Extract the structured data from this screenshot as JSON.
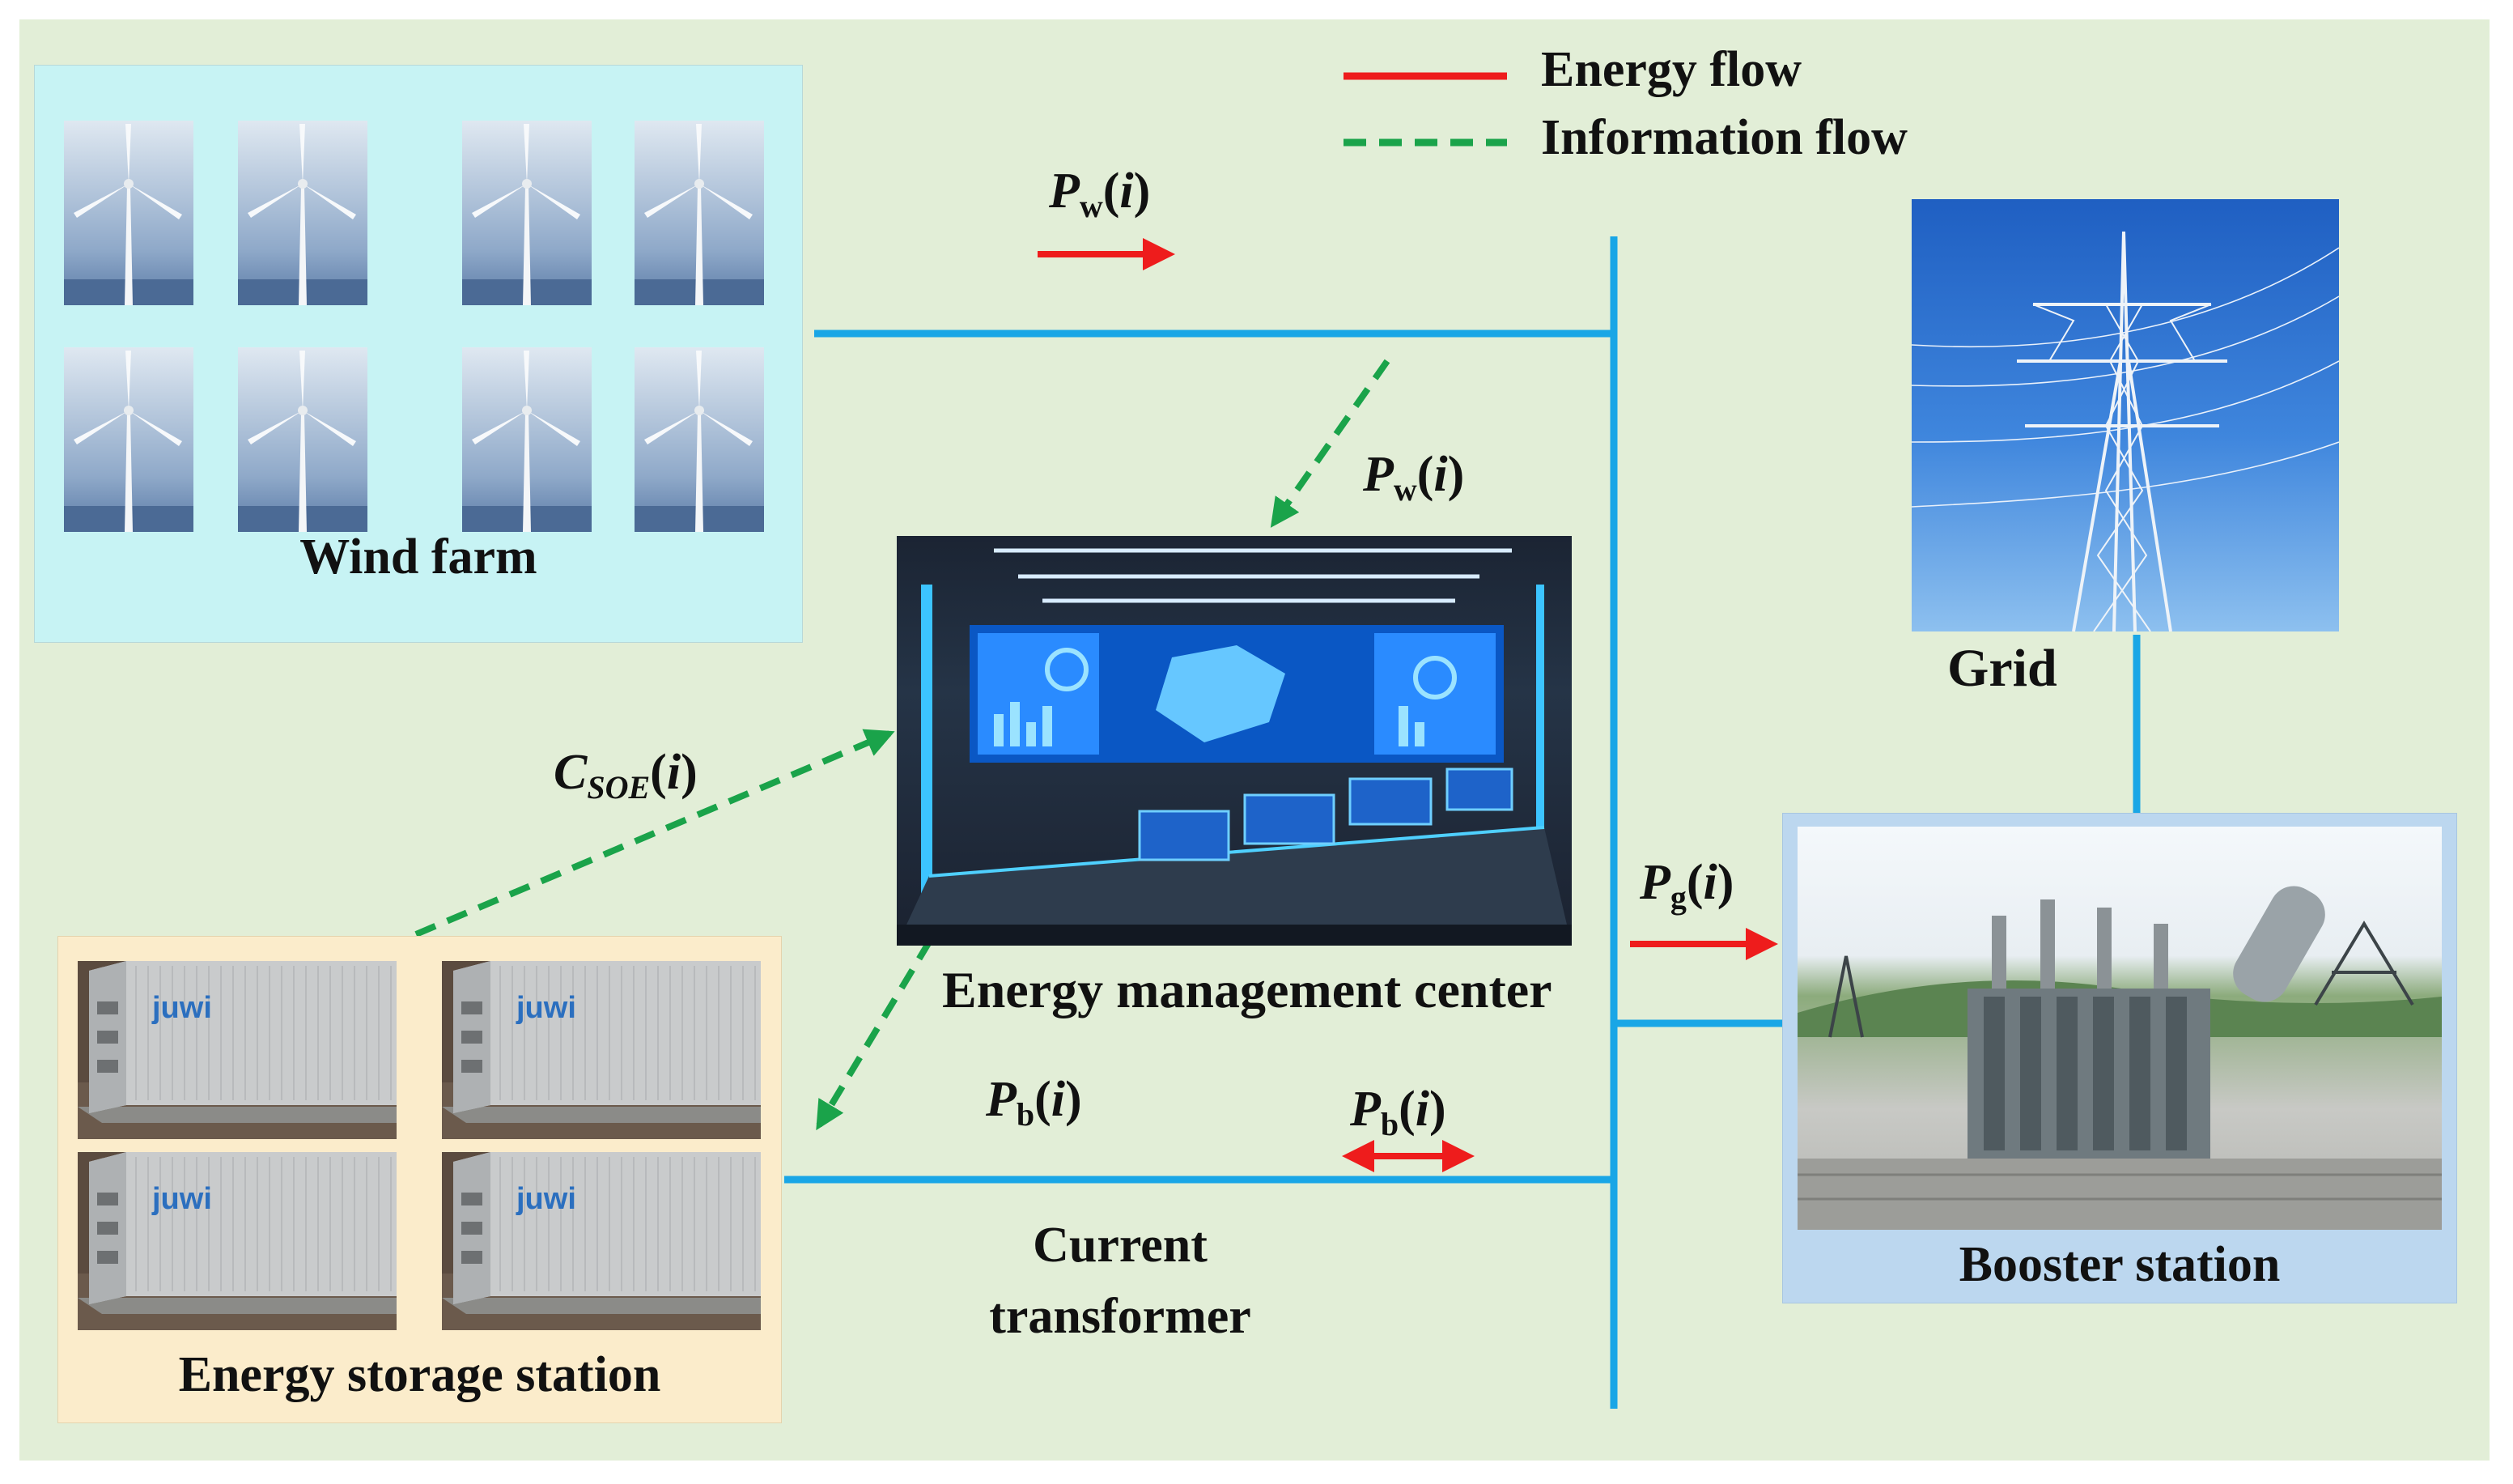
{
  "legend": {
    "energy_flow": "Energy flow",
    "information_flow": "Information flow"
  },
  "nodes": {
    "wind_farm": "Wind farm",
    "energy_management_center": "Energy management center",
    "grid": "Grid",
    "booster_station": "Booster station",
    "energy_storage_station": "Energy storage station",
    "current_transformer_line1": "Current",
    "current_transformer_line2": "transformer"
  },
  "labels": {
    "pw_top": {
      "base": "P",
      "sub": "w",
      "arg": "i"
    },
    "pw_info": {
      "base": "P",
      "sub": "w",
      "arg": "i"
    },
    "csoe": {
      "base": "C",
      "sub": "SOE",
      "arg": "i"
    },
    "pg": {
      "base": "P",
      "sub": "g",
      "arg": "i"
    },
    "pb_info": {
      "base": "P",
      "sub": "b",
      "arg": "i"
    },
    "pb_energy": {
      "base": "P",
      "sub": "b",
      "arg": "i"
    }
  },
  "container_logo": "juwi",
  "colors": {
    "background": "#e2eed7",
    "energy_flow": "#ee1c1c",
    "information_flow": "#1aa34a",
    "bus_line": "#19a6e6",
    "wind_farm_bg": "#c7f3f4",
    "storage_bg": "#fbeccb",
    "booster_bg": "#bcd7ef"
  }
}
